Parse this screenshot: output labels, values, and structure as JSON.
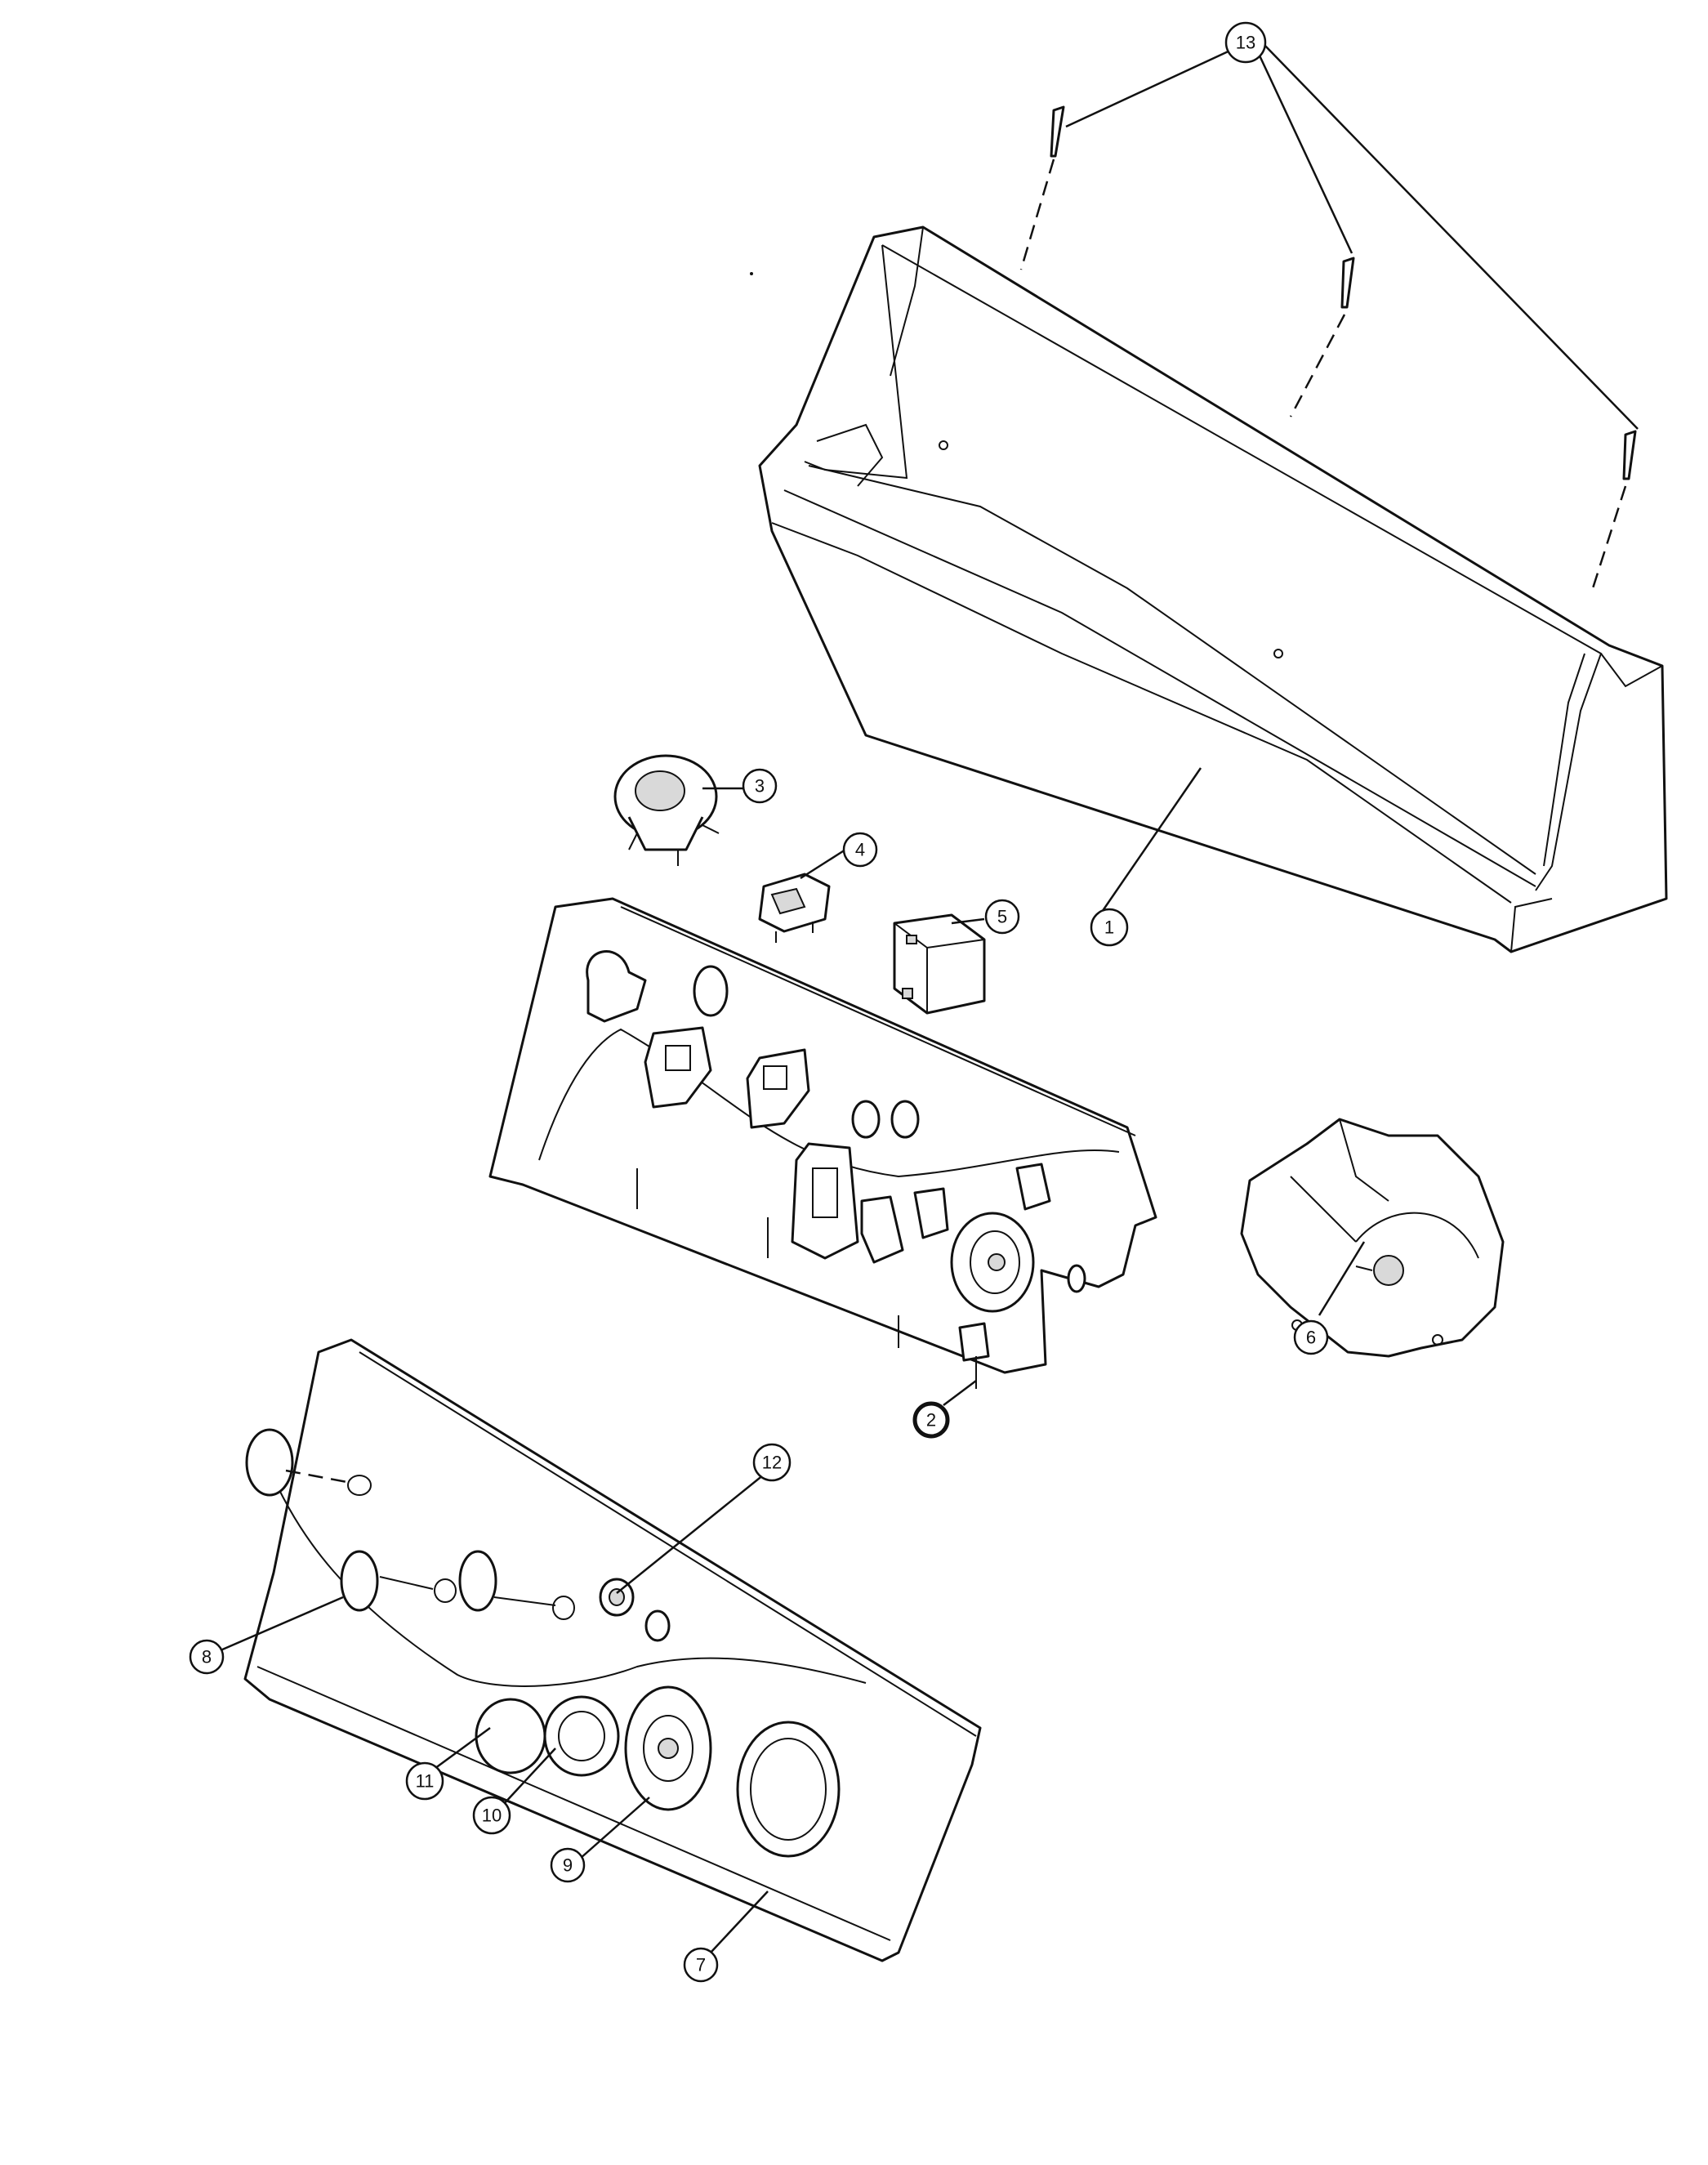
{
  "callouts": [
    {
      "id": "1",
      "label": "1"
    },
    {
      "id": "2",
      "label": "2"
    },
    {
      "id": "3",
      "label": "3"
    },
    {
      "id": "4",
      "label": "4"
    },
    {
      "id": "5",
      "label": "5"
    },
    {
      "id": "6",
      "label": "6"
    },
    {
      "id": "7",
      "label": "7"
    },
    {
      "id": "8",
      "label": "8"
    },
    {
      "id": "9",
      "label": "9"
    },
    {
      "id": "10",
      "label": "10"
    },
    {
      "id": "11",
      "label": "11"
    },
    {
      "id": "12",
      "label": "12"
    },
    {
      "id": "13",
      "label": "13"
    }
  ],
  "colors": {
    "line": "#111111",
    "background": "#ffffff",
    "shade": "#d9d9d9"
  }
}
